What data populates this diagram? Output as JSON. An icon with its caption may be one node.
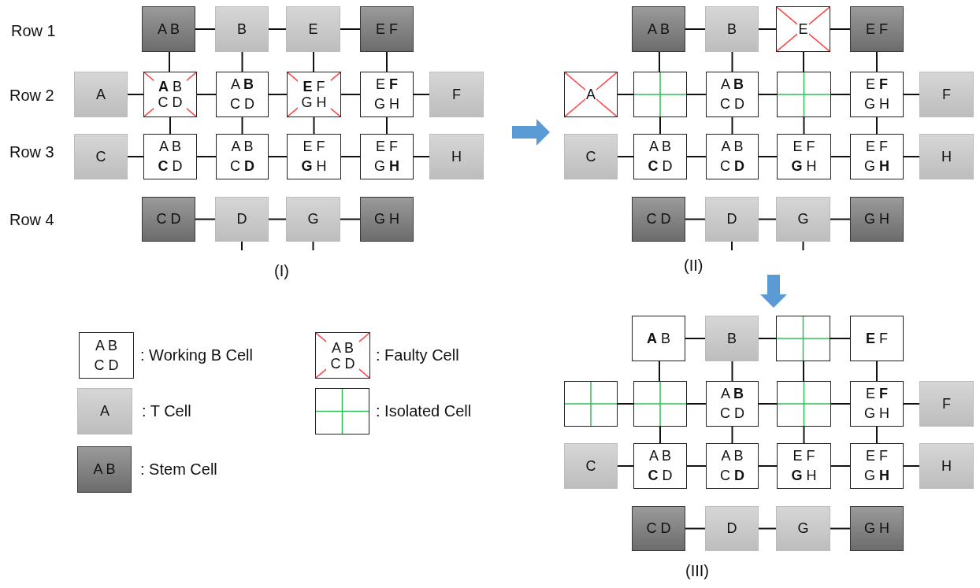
{
  "diagram": {
    "nodes": [
      {
        "text": [
          "(I)"
        ]
      },
      {
        "text": [
          "A B"
        ],
        "in": 0
      },
      {
        "text": [
          "B"
        ],
        "in": 0
      },
      {
        "text": [
          "E"
        ],
        "in": 0
      },
      {
        "text": [
          "E F"
        ],
        "in": 0
      },
      {
        "text": [
          "A"
        ],
        "in": 0
      },
      {
        "text": [
          "**A** B C D"
        ],
        "in": 0
      },
      {
        "text": [
          "A **B** C D"
        ],
        "in": 0
      },
      {
        "text": [
          "**E** F G H"
        ],
        "in": 0
      },
      {
        "text": [
          "E **F** G H"
        ],
        "in": 0
      },
      {
        "text": [
          "F"
        ],
        "in": 0
      },
      {
        "text": [
          "C"
        ],
        "in": 0
      },
      {
        "text": [
          "A B **C** D"
        ],
        "in": 0
      },
      {
        "text": [
          "A B C **D**"
        ],
        "in": 0
      },
      {
        "text": [
          "E F **G** H"
        ],
        "in": 0
      },
      {
        "text": [
          "E F G **H**"
        ],
        "in": 0
      },
      {
        "text": [
          "H"
        ],
        "in": 0
      },
      {
        "text": [
          "C D"
        ],
        "in": 0
      },
      {
        "text": [
          "D"
        ],
        "in": 0
      },
      {
        "text": [
          "G"
        ],
        "in": 0
      },
      {
        "text": [
          "G H"
        ],
        "in": 0
      },
      {
        "text": [
          "(II)"
        ]
      },
      {
        "text": [
          "A B"
        ],
        "in": 21
      },
      {
        "text": [
          "B"
        ],
        "in": 21
      },
      {
        "text": [
          "E"
        ],
        "in": 21
      },
      {
        "text": [
          "E F"
        ],
        "in": 21
      },
      {
        "text": [
          "A"
        ],
        "in": 21
      },
      {
        "text": [],
        "shape": "box",
        "in": 21
      },
      {
        "text": [
          "A **B** C D"
        ],
        "in": 21
      },
      {
        "text": [],
        "shape": "box",
        "in": 21
      },
      {
        "text": [
          "E **F** G H"
        ],
        "in": 21
      },
      {
        "text": [
          "F"
        ],
        "in": 21
      },
      {
        "text": [
          "C"
        ],
        "in": 21
      },
      {
        "text": [
          "A B **C** D"
        ],
        "in": 21
      },
      {
        "text": [
          "A B C **D**"
        ],
        "in": 21
      },
      {
        "text": [
          "E F **G** H"
        ],
        "in": 21
      },
      {
        "text": [
          "E F G **H**"
        ],
        "in": 21
      },
      {
        "text": [
          "H"
        ],
        "in": 21
      },
      {
        "text": [
          "C D"
        ],
        "in": 21
      },
      {
        "text": [
          "D"
        ],
        "in": 21
      },
      {
        "text": [
          "G"
        ],
        "in": 21
      },
      {
        "text": [
          "G H"
        ],
        "in": 21
      },
      {
        "text": [
          "(III)"
        ]
      },
      {
        "text": [
          "**A** B"
        ],
        "in": 42
      },
      {
        "text": [
          "B"
        ],
        "in": 42
      },
      {
        "text": [],
        "shape": "box",
        "in": 42
      },
      {
        "text": [
          "**E** F"
        ],
        "in": 42
      },
      {
        "text": [],
        "shape": "box",
        "in": 42
      },
      {
        "text": [],
        "shape": "box",
        "in": 42
      },
      {
        "text": [
          "A **B** C D"
        ],
        "in": 42
      },
      {
        "text": [],
        "shape": "box",
        "in": 42
      },
      {
        "text": [
          "E **F** G H"
        ],
        "in": 42
      },
      {
        "text": [
          "F"
        ],
        "in": 42
      },
      {
        "text": [
          "C"
        ],
        "in": 42
      },
      {
        "text": [
          "A B **C** D"
        ],
        "in": 42
      },
      {
        "text": [
          "A B C **D**"
        ],
        "in": 42
      },
      {
        "text": [
          "E F **G** H"
        ],
        "in": 42
      },
      {
        "text": [
          "E F G **H**"
        ],
        "in": 42
      },
      {
        "text": [
          "H"
        ],
        "in": 42
      },
      {
        "text": [
          "C D"
        ],
        "in": 42
      },
      {
        "text": [
          "D"
        ],
        "in": 42
      },
      {
        "text": [
          "G"
        ],
        "in": 42
      },
      {
        "text": [
          "G H"
        ],
        "in": 42
      },
      {
        "text": [
          "A B C D"
        ],
        "beside": [
          ": Working B Cell"
        ]
      },
      {
        "text": [
          "A B C D"
        ],
        "beside": [
          ": Faulty Cell"
        ]
      },
      {
        "text": [
          "A"
        ],
        "beside": [
          ": T Cell"
        ]
      },
      {
        "text": [],
        "shape": "box",
        "beside": [
          ": Isolated Cell"
        ]
      },
      {
        "text": [
          "A B"
        ],
        "beside": [
          ": Stem Cell"
        ]
      }
    ],
    "edges": [
      {
        "from": 1,
        "to": 2,
        "arrow": "none"
      },
      {
        "from": 2,
        "to": 3,
        "arrow": "none"
      },
      {
        "from": 3,
        "to": 4,
        "arrow": "none"
      },
      {
        "from": 1,
        "to": 6,
        "arrow": "none"
      },
      {
        "from": 2,
        "to": 7,
        "arrow": "none"
      },
      {
        "from": 3,
        "to": 8,
        "arrow": "none"
      },
      {
        "from": 4,
        "to": 9,
        "arrow": "none"
      },
      {
        "from": 5,
        "to": 6,
        "arrow": "none"
      },
      {
        "from": 6,
        "to": 7,
        "arrow": "none"
      },
      {
        "from": 7,
        "to": 8,
        "arrow": "none"
      },
      {
        "from": 8,
        "to": 9,
        "arrow": "none"
      },
      {
        "from": 9,
        "to": 10,
        "arrow": "none"
      },
      {
        "from": 6,
        "to": 12,
        "arrow": "none"
      },
      {
        "from": 7,
        "to": 13,
        "arrow": "none"
      },
      {
        "from": 8,
        "to": 14,
        "arrow": "none"
      },
      {
        "from": 9,
        "to": 15,
        "arrow": "none"
      },
      {
        "from": 11,
        "to": 12,
        "arrow": "none"
      },
      {
        "from": 12,
        "to": 13,
        "arrow": "none"
      },
      {
        "from": 13,
        "to": 14,
        "arrow": "none"
      },
      {
        "from": 14,
        "to": 15,
        "arrow": "none"
      },
      {
        "from": 15,
        "to": 16,
        "arrow": "none"
      },
      {
        "from": 17,
        "to": 18,
        "arrow": "none"
      },
      {
        "from": 18,
        "to": 19,
        "arrow": "none"
      },
      {
        "from": 19,
        "to": 20,
        "arrow": "none"
      },
      {
        "from": 18,
        "to": null,
        "arrow": "none"
      },
      {
        "from": 19,
        "to": null,
        "arrow": "none"
      },
      {
        "from": 22,
        "to": 23,
        "arrow": "none"
      },
      {
        "from": 23,
        "to": 24,
        "arrow": "none"
      },
      {
        "from": 24,
        "to": 25,
        "arrow": "none"
      },
      {
        "from": 22,
        "to": 27,
        "arrow": "none"
      },
      {
        "from": 23,
        "to": 28,
        "arrow": "none"
      },
      {
        "from": 24,
        "to": 29,
        "arrow": "none"
      },
      {
        "from": 25,
        "to": 30,
        "arrow": "none"
      },
      {
        "from": 26,
        "to": 27,
        "arrow": "none"
      },
      {
        "from": 27,
        "to": 28,
        "arrow": "none"
      },
      {
        "from": 28,
        "to": 29,
        "arrow": "none"
      },
      {
        "from": 29,
        "to": 30,
        "arrow": "none"
      },
      {
        "from": 30,
        "to": 31,
        "arrow": "none"
      },
      {
        "from": 27,
        "to": 33,
        "arrow": "none"
      },
      {
        "from": 28,
        "to": 34,
        "arrow": "none"
      },
      {
        "from": 29,
        "to": 35,
        "arrow": "none"
      },
      {
        "from": 30,
        "to": 36,
        "arrow": "none"
      },
      {
        "from": 32,
        "to": 33,
        "arrow": "none"
      },
      {
        "from": 33,
        "to": 34,
        "arrow": "none"
      },
      {
        "from": 34,
        "to": 35,
        "arrow": "none"
      },
      {
        "from": 35,
        "to": 36,
        "arrow": "none"
      },
      {
        "from": 36,
        "to": 37,
        "arrow": "none"
      },
      {
        "from": 38,
        "to": 39,
        "arrow": "none"
      },
      {
        "from": 39,
        "to": 40,
        "arrow": "none"
      },
      {
        "from": 40,
        "to": 41,
        "arrow": "none"
      },
      {
        "from": 39,
        "to": null,
        "arrow": "none"
      },
      {
        "from": 40,
        "to": null,
        "arrow": "none"
      },
      {
        "from": 43,
        "to": 44,
        "arrow": "none"
      },
      {
        "from": 44,
        "to": 45,
        "arrow": "none"
      },
      {
        "from": 45,
        "to": 46,
        "arrow": "none"
      },
      {
        "from": 43,
        "to": 48,
        "arrow": "none"
      },
      {
        "from": 44,
        "to": 49,
        "arrow": "none"
      },
      {
        "from": 45,
        "to": 50,
        "arrow": "none"
      },
      {
        "from": 46,
        "to": 51,
        "arrow": "none"
      },
      {
        "from": 47,
        "to": 48,
        "arrow": "none"
      },
      {
        "from": 48,
        "to": 49,
        "arrow": "none"
      },
      {
        "from": 49,
        "to": 50,
        "arrow": "none"
      },
      {
        "from": 50,
        "to": 51,
        "arrow": "none"
      },
      {
        "from": 51,
        "to": 52,
        "arrow": "none"
      },
      {
        "from": 48,
        "to": 54,
        "arrow": "none"
      },
      {
        "from": 49,
        "to": 55,
        "arrow": "none"
      },
      {
        "from": 50,
        "to": 56,
        "arrow": "none"
      },
      {
        "from": 51,
        "to": 57,
        "arrow": "none"
      },
      {
        "from": 53,
        "to": 54,
        "arrow": "none"
      },
      {
        "from": 54,
        "to": 55,
        "arrow": "none"
      },
      {
        "from": 55,
        "to": 56,
        "arrow": "none"
      },
      {
        "from": 56,
        "to": 57,
        "arrow": "none"
      },
      {
        "from": 57,
        "to": 58,
        "arrow": "none"
      },
      {
        "from": 59,
        "to": 60,
        "arrow": "none"
      },
      {
        "from": 60,
        "to": 61,
        "arrow": "none"
      },
      {
        "from": 61,
        "to": 62,
        "arrow": "none"
      },
      {
        "from": 0,
        "to": 21,
        "arrow": "to",
        "style": "thick",
        "color": "#5b9bd5"
      },
      {
        "from": 21,
        "to": 42,
        "arrow": "to",
        "style": "thick",
        "color": "#5b9bd5"
      }
    ],
    "labels": [
      "Row 1",
      "Row 2",
      "Row 3",
      "Row 4"
    ]
  }
}
